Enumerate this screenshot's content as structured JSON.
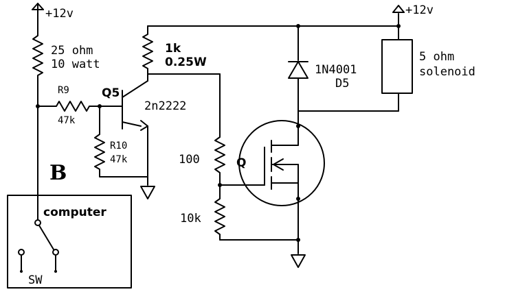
{
  "labels": {
    "supply_left": "+12v",
    "supply_right": "+12v",
    "r_25": "25 ohm",
    "r_25_power": "10 watt",
    "r9": "R9",
    "r9_value": "47k",
    "q5": "Q5",
    "q5_part": "2n2222",
    "r10": "R10",
    "r10_value": "47k",
    "r_1k": "1k",
    "r_1k_power": "0.25W",
    "r_100": "100",
    "r_10k": "10k",
    "mosfet": "Q",
    "diode": "1N4001",
    "diode_ref": "D5",
    "solenoid": "5 ohm",
    "solenoid_name": "solenoid",
    "marker": "B",
    "computer": "computer",
    "switch": "SW"
  }
}
